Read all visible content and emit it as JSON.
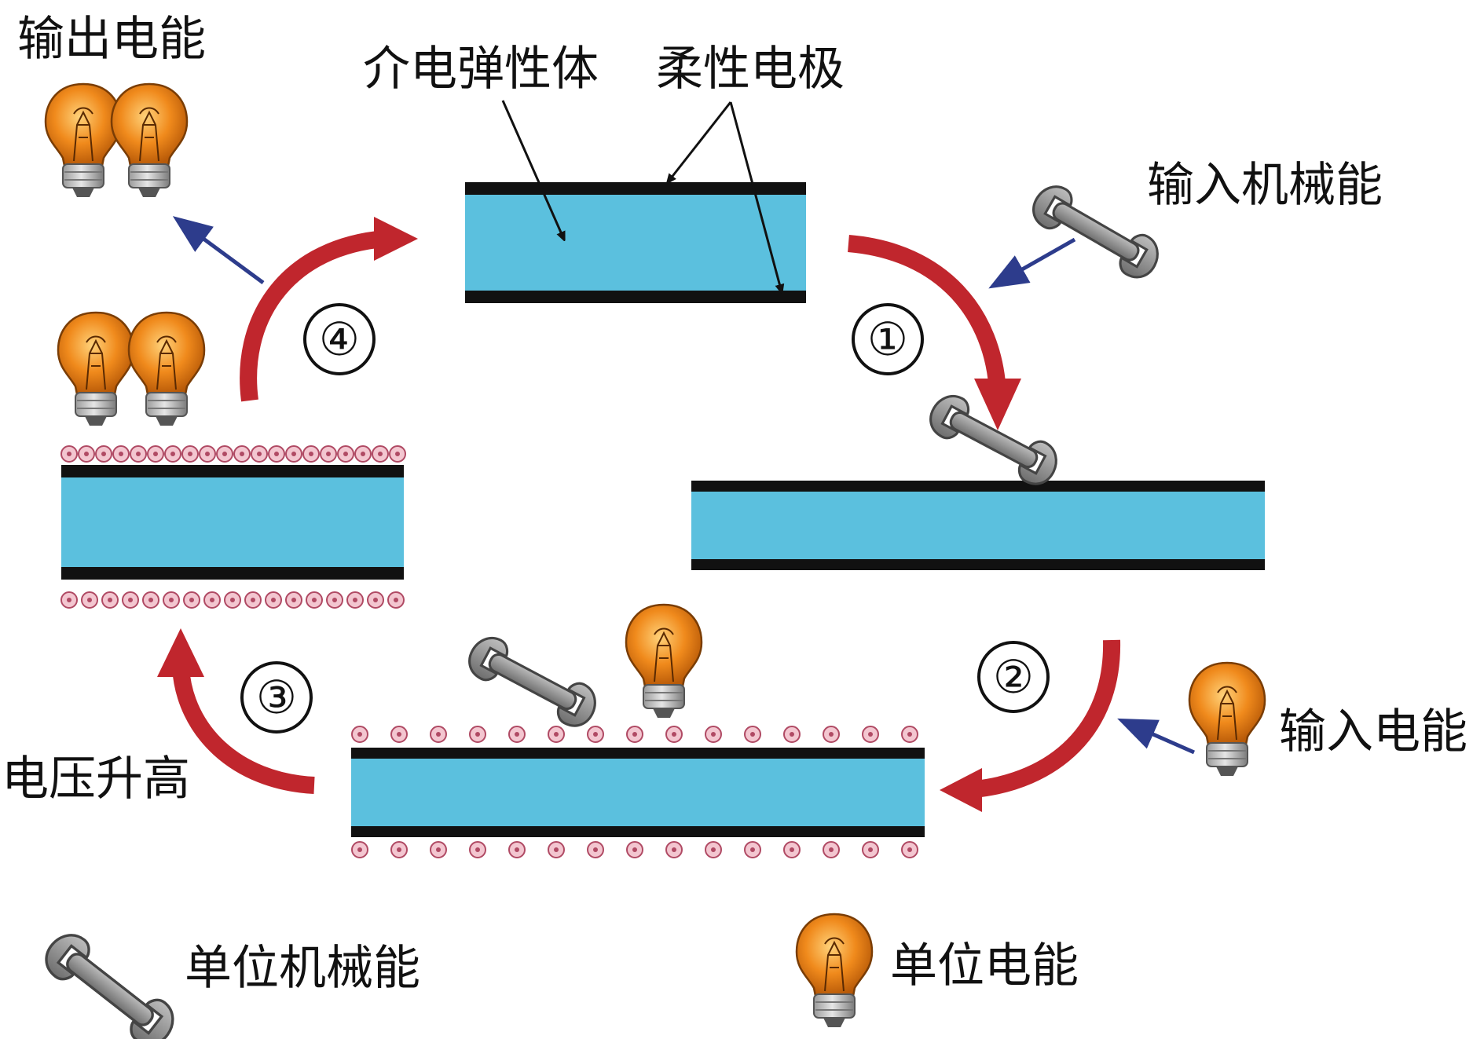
{
  "labels": {
    "output_energy": "输出电能",
    "elastomer": "介电弹性体",
    "electrode": "柔性电极",
    "input_mech": "输入机械能",
    "input_elec": "输入电能",
    "voltage_rise": "电压升高",
    "unit_mech": "单位机械能",
    "unit_elec": "单位电能"
  },
  "steps": [
    "①",
    "②",
    "③",
    "④"
  ],
  "colors": {
    "elastomer": "#5bc0de",
    "electrode": "#111111",
    "cycle_arrow": "#c0262d",
    "energy_arrow": "#2d3c8c",
    "charge": "#e8a0b0",
    "bulb_glass": "#f08a1c",
    "wrench": "#8c8c8c"
  },
  "icons": [
    "light-bulb-icon",
    "wrench-icon"
  ]
}
